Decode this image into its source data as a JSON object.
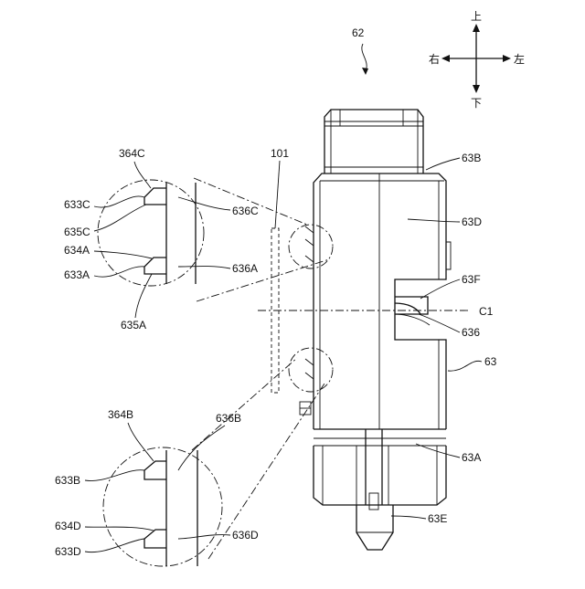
{
  "labels": {
    "fig": "62",
    "part101": "101",
    "l364C": "364C",
    "l633C": "633C",
    "l635C": "635C",
    "l634A": "634A",
    "l633A": "633A",
    "l635A": "635A",
    "l636C": "636C",
    "l636A": "636A",
    "l364B": "364B",
    "l636B": "636B",
    "l633B": "633B",
    "l634D": "634D",
    "l633D": "633D",
    "l636D": "636D",
    "l63B": "63B",
    "l63D": "63D",
    "l63F": "63F",
    "lC1": "C1",
    "l636": "636",
    "l63": "63",
    "l63A": "63A",
    "l63E": "63E"
  },
  "directions": {
    "up": "上",
    "down": "下",
    "right": "右",
    "left": "左"
  }
}
